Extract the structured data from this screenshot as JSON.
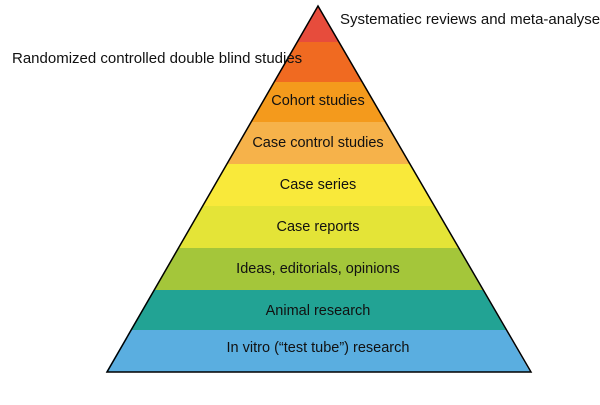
{
  "pyramid": {
    "outside_labels": {
      "top": "Systematiec reviews and meta-analyses",
      "second": "Randomized controlled double blind studies"
    },
    "tiers": [
      {
        "label": "",
        "color": "#e74c3c"
      },
      {
        "label": "",
        "color": "#f06a21"
      },
      {
        "label": "Cohort studies",
        "color": "#f49a1c"
      },
      {
        "label": "Case control studies",
        "color": "#f6b24a"
      },
      {
        "label": "Case series",
        "color": "#f9e93a"
      },
      {
        "label": "Case reports",
        "color": "#e4e437"
      },
      {
        "label": "Ideas, editorials, opinions",
        "color": "#a4c63a"
      },
      {
        "label": "Animal research",
        "color": "#22a394"
      },
      {
        "label": "In vitro (“test tube”) research",
        "color": "#5aaee0"
      }
    ],
    "outline_color": "#000000"
  }
}
